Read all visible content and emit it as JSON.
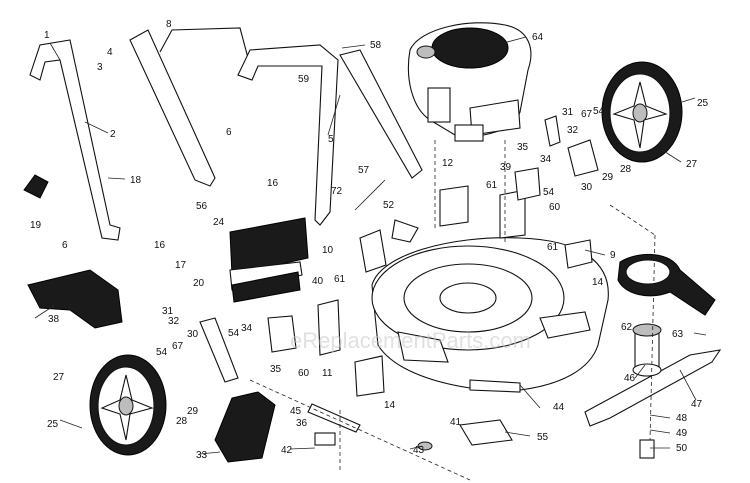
{
  "header_text": "",
  "watermark": "eReplacementParts.com",
  "part_numbers": [
    "1",
    "2",
    "3",
    "4",
    "5",
    "6",
    "6",
    "8",
    "10",
    "11",
    "12",
    "14",
    "14",
    "16",
    "16",
    "17",
    "18",
    "19",
    "20",
    "24",
    "25",
    "25",
    "27",
    "27",
    "28",
    "28",
    "29",
    "29",
    "30",
    "30",
    "31",
    "31",
    "32",
    "32",
    "33",
    "34",
    "34",
    "35",
    "35",
    "36",
    "38",
    "39",
    "40",
    "41",
    "42",
    "43",
    "44",
    "45",
    "46",
    "47",
    "48",
    "49",
    "50",
    "52",
    "54",
    "54",
    "54",
    "54",
    "55",
    "56",
    "57",
    "58",
    "59",
    "60",
    "60",
    "61",
    "61",
    "61",
    "62",
    "63",
    "64",
    "67",
    "67",
    "72",
    "9"
  ]
}
